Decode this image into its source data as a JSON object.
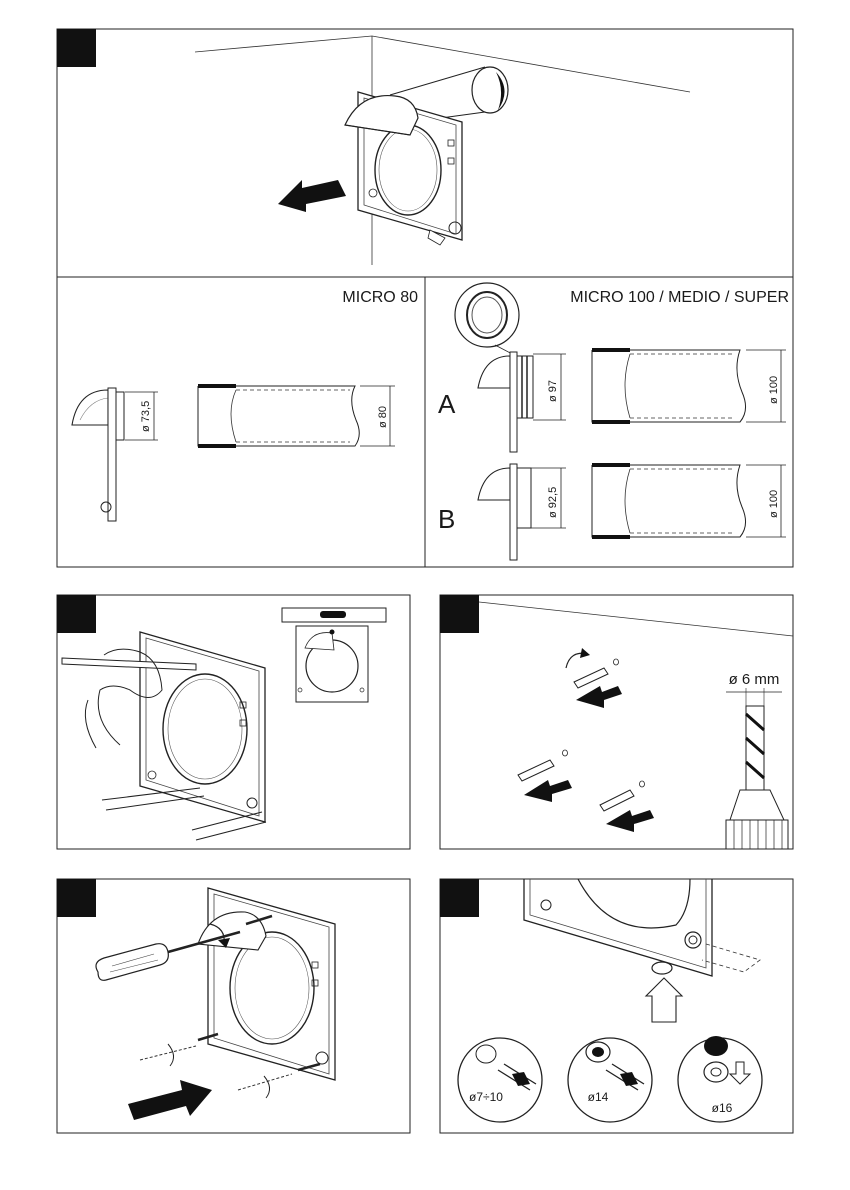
{
  "sections": {
    "micro80": {
      "title": "MICRO 80"
    },
    "micro100": {
      "title": "MICRO 100 / MEDIO / SUPER"
    }
  },
  "labels": {
    "d73": "ø 73,5",
    "d80": "ø 80",
    "d97": "ø 97",
    "d100a": "ø 100",
    "d925": "ø 92,5",
    "d100b": "ø 100",
    "variant_a": "A",
    "variant_b": "B",
    "drill": "ø 6 mm",
    "hole1": "ø7÷10",
    "hole2": "ø14",
    "hole3": "ø16"
  }
}
